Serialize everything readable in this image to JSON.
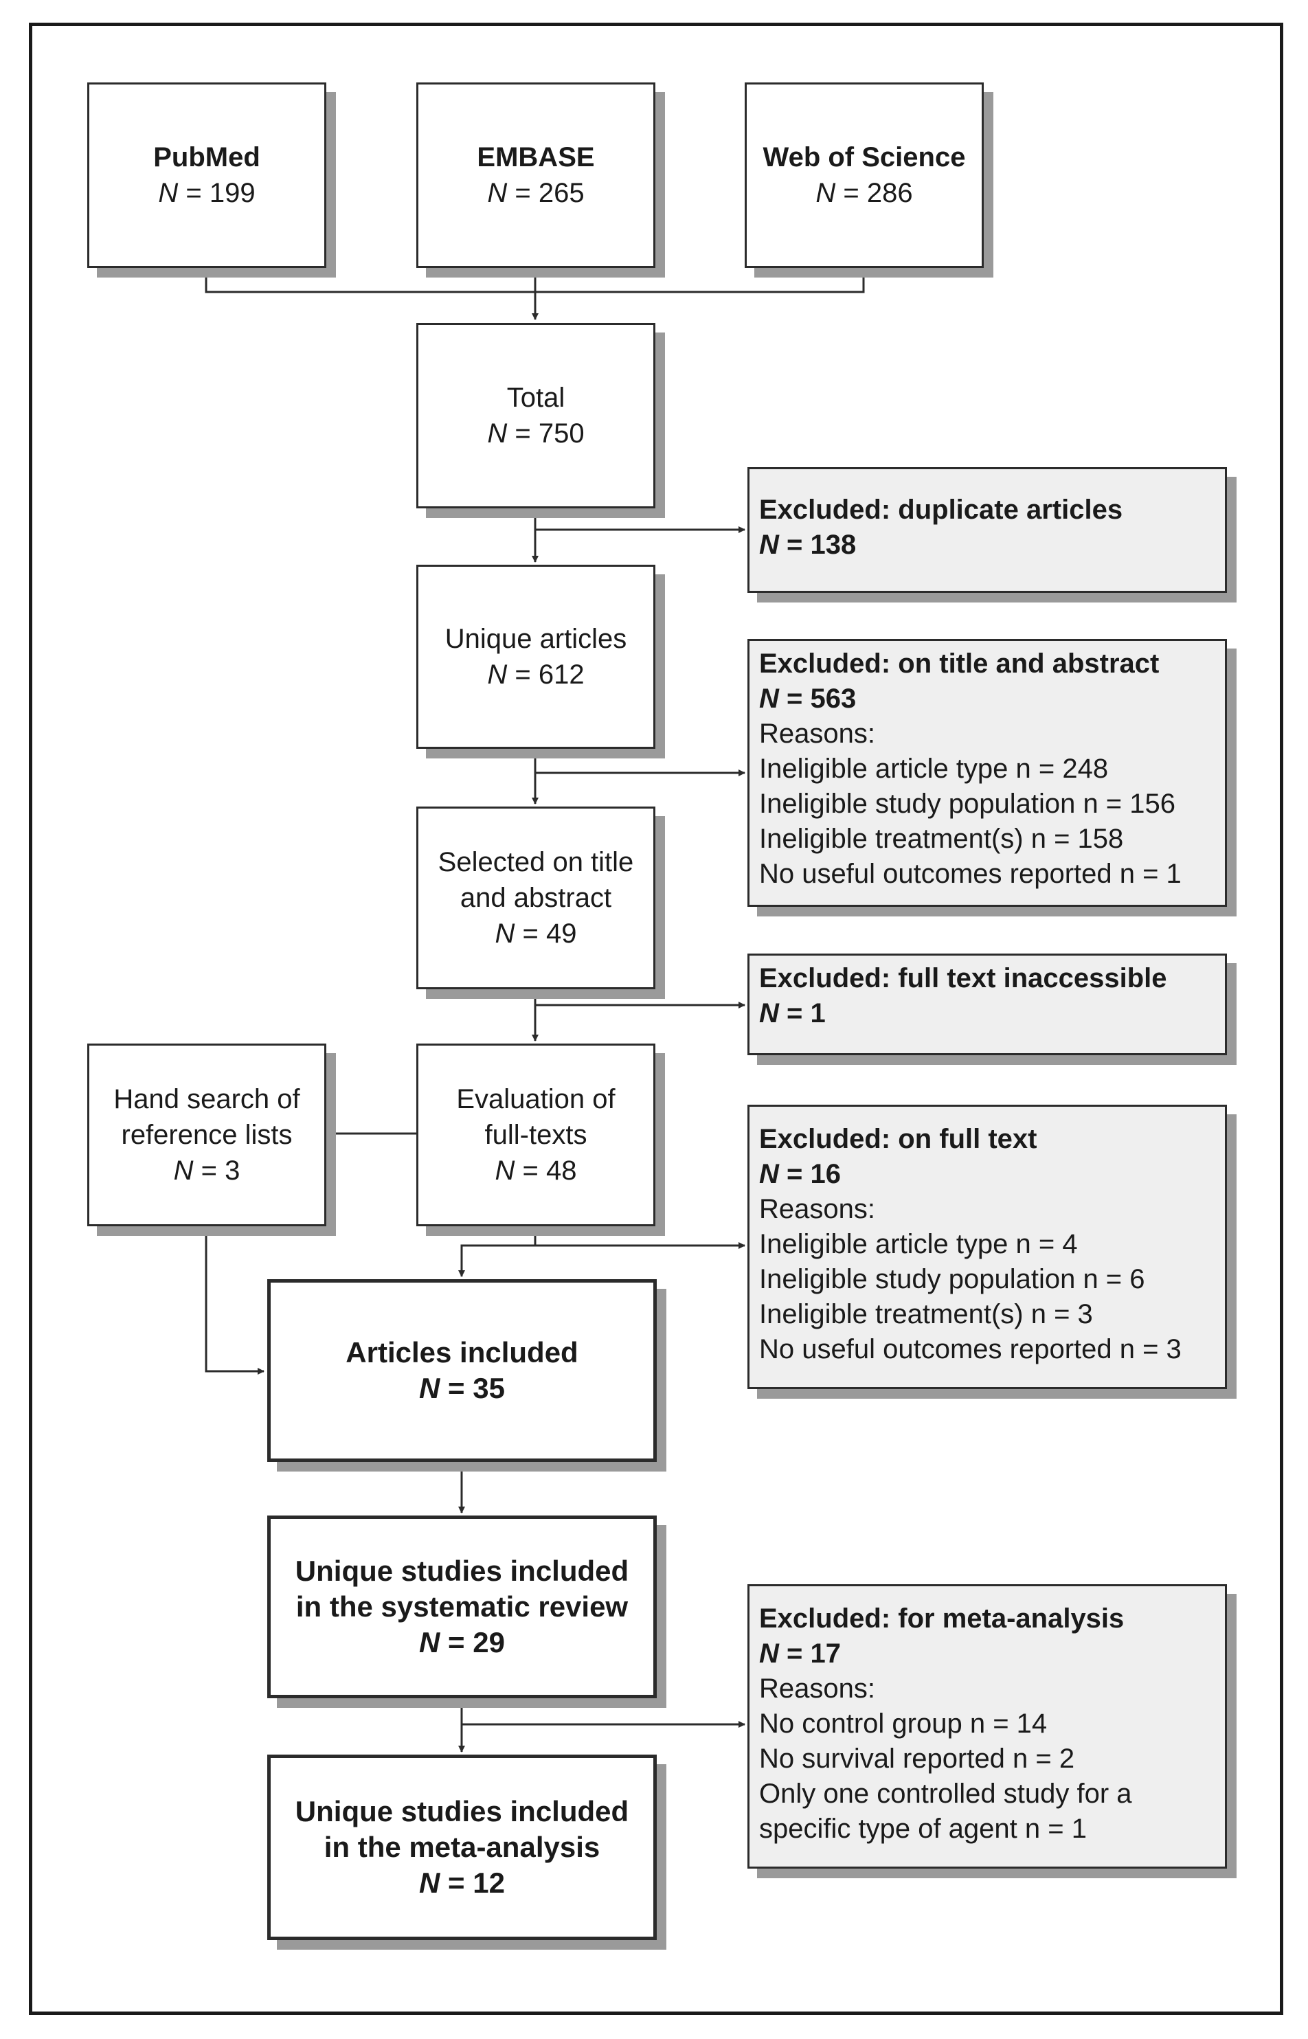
{
  "sources": [
    {
      "name": "PubMed",
      "n": "199"
    },
    {
      "name": "EMBASE",
      "n": "265"
    },
    {
      "name": "Web of Science",
      "n": "286"
    }
  ],
  "n_symbol": "N",
  "n_eq": " = ",
  "total": {
    "label": "Total",
    "n": "750"
  },
  "unique": {
    "label": "Unique articles",
    "n": "612"
  },
  "selected": {
    "label_line1": "Selected on title",
    "label_line2": "and abstract",
    "n": "49"
  },
  "evaluation": {
    "label_line1": "Evaluation of",
    "label_line2": "full-texts",
    "n": "48"
  },
  "hand_search": {
    "label_line1": "Hand search of",
    "label_line2": "reference lists",
    "n": "3"
  },
  "included": {
    "label": "Articles included",
    "n": "35"
  },
  "systematic": {
    "label_line1": "Unique studies included",
    "label_line2": "in the systematic review",
    "n": "29"
  },
  "meta": {
    "label_line1": "Unique studies included",
    "label_line2": "in the meta-analysis",
    "n": "12"
  },
  "excluded": [
    {
      "title": "Excluded: duplicate articles",
      "n": "138",
      "reasons_label": "",
      "reasons": []
    },
    {
      "title": "Excluded: on title and abstract",
      "n": "563",
      "reasons_label": "Reasons:",
      "reasons": [
        "Ineligible article type n = 248",
        "Ineligible study population n = 156",
        "Ineligible treatment(s) n = 158",
        "No useful outcomes reported n = 1"
      ]
    },
    {
      "title": "Excluded: full text inaccessible",
      "n": "1",
      "reasons_label": "",
      "reasons": []
    },
    {
      "title": "Excluded: on full text",
      "n": "16",
      "reasons_label": "Reasons:",
      "reasons": [
        "Ineligible article type n = 4",
        "Ineligible study population n = 6",
        "Ineligible treatment(s) n = 3",
        "No useful outcomes reported n = 3"
      ]
    },
    {
      "title": "Excluded: for meta-analysis",
      "n": "17",
      "reasons_label": "Reasons:",
      "reasons": [
        "No control group n = 14",
        "No survival reported  n = 2",
        "Only one controlled study for a",
        "specific type of agent n = 1"
      ]
    }
  ],
  "colors": {
    "border": "#2b2b2b",
    "shadow": "#9a9a9a",
    "excluded_fill": "#efefef"
  }
}
